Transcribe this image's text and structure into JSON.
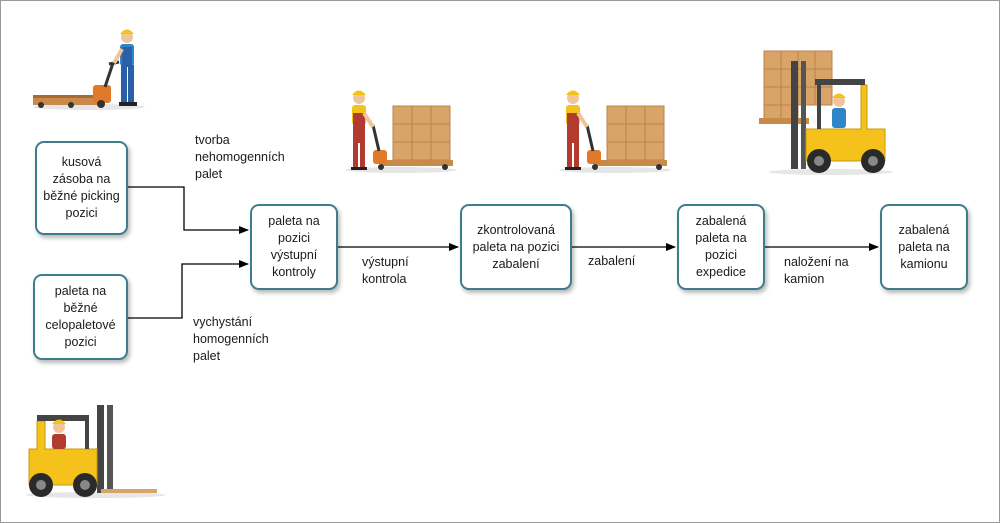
{
  "nodes": {
    "kusova": "kusová zásoba na běžné picking pozici",
    "celopaletove": "paleta na běžné celopaletové pozici",
    "vystupni": "paleta na pozici výstupní kontroly",
    "zkontrolovana": "zkontrolovaná paleta na pozici zabalení",
    "zabalena_expedice": "zabalená paleta na pozici expedice",
    "kamion": "zabalená paleta na kamionu"
  },
  "edges": {
    "tvorba": "tvorba nehomogenních palet",
    "vychystani": "vychystání homogenních palet",
    "kontrola": "výstupní kontrola",
    "zabaleni": "zabalení",
    "nalozeni": "naložení na kamion"
  },
  "colors": {
    "node_border": "#3d7d8c",
    "arrow": "#000000",
    "worker_shirt": "#2e86c9",
    "worker_overalls": "#b33a2e",
    "helmet": "#f2c318",
    "forklift": "#f4c21a",
    "box": "#d9a467",
    "pallet": "#c88a4a",
    "pallet_jack": "#e07a2a"
  },
  "icons": [
    "worker-pallet-jack-icon",
    "worker-pallet-jack-boxes-icon",
    "forklift-raised-load-icon",
    "forklift-empty-icon"
  ]
}
